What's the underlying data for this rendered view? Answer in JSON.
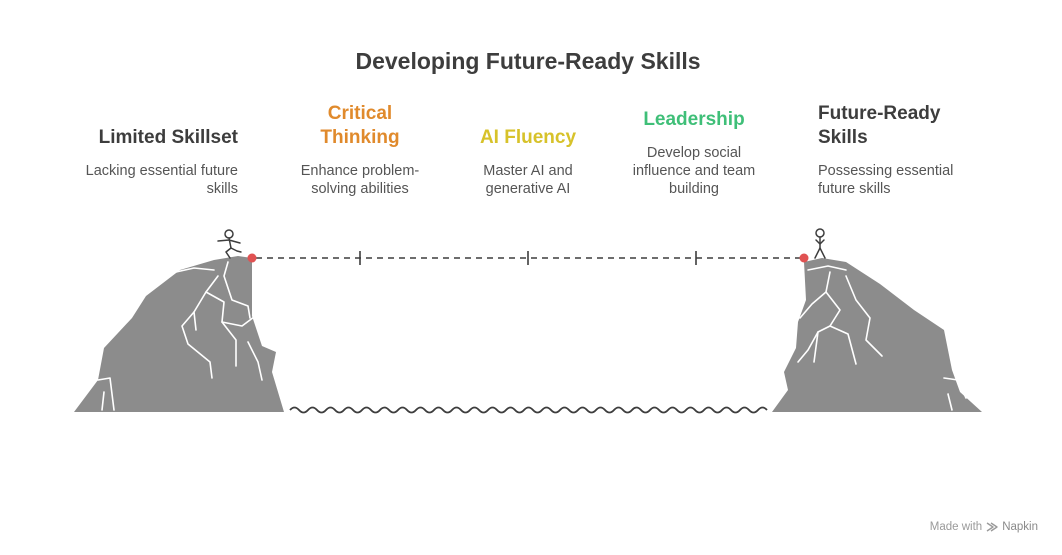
{
  "title": "Developing Future-Ready Skills",
  "stages": [
    {
      "title_lines": [
        "Limited Skillset"
      ],
      "desc_lines": [
        "Lacking essential future",
        "skills"
      ],
      "color": "#3d3d3d"
    },
    {
      "title_lines": [
        "Critical",
        "Thinking"
      ],
      "desc_lines": [
        "Enhance problem-",
        "solving abilities"
      ],
      "color": "#e08a2c"
    },
    {
      "title_lines": [
        "AI Fluency"
      ],
      "desc_lines": [
        "Master AI and",
        "generative AI"
      ],
      "color": "#d7c22a"
    },
    {
      "title_lines": [
        "Leadership"
      ],
      "desc_lines": [
        "Develop social",
        "influence and team",
        "building"
      ],
      "color": "#3fbf78"
    },
    {
      "title_lines": [
        "Future-Ready",
        "Skills"
      ],
      "desc_lines": [
        "Possessing essential",
        "future skills"
      ],
      "color": "#3d3d3d"
    }
  ],
  "colors": {
    "rock": "#8c8c8c",
    "rock_line": "#ffffff",
    "anchor": "#e05252",
    "rope": "#3d3d3d",
    "water": "#3d3d3d"
  },
  "footer": {
    "made_with": "Made with",
    "brand": "Napkin",
    "icon": "napkin-logo-icon"
  }
}
